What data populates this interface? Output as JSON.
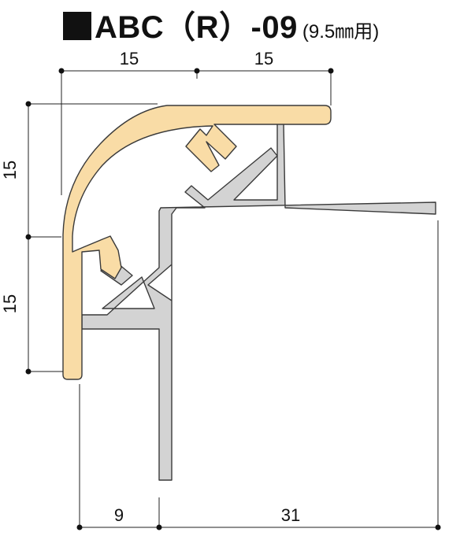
{
  "title": {
    "main": "ABC（R）-09",
    "sub": "(9.5㎜用)"
  },
  "dimensions": {
    "top_left": "15",
    "top_right": "15",
    "left_upper": "15",
    "left_lower": "15",
    "bottom_left": "9",
    "bottom_right": "31"
  },
  "colors": {
    "cover": "#f9dca6",
    "base": "#d3d3d3",
    "outline": "#3a3a3a",
    "dim_line": "#222222"
  }
}
